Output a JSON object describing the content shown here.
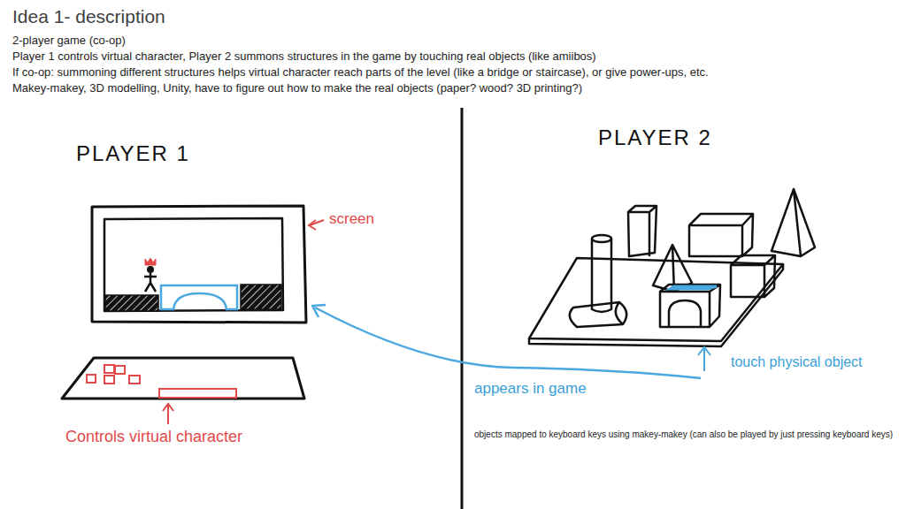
{
  "diagram": {
    "title": "Idea 1- description",
    "labels": [
      "2-player game (co-op)",
      "Player 1 controls virtual character, Player 2 summons structures in the game by touching real objects (like amiibos)",
      "If co-op: summoning different structures helps virtual character reach parts of the level (like a bridge or staircase), or give power-ups, etc.",
      "Makey-makey, 3D modelling, Unity, have to figure out how to make the real objects (paper? wood? 3D printing?)",
      "PLAYER 1",
      "screen",
      "Controls virtual character",
      "PLAYER 2",
      "touch physical object",
      "appears in game",
      "objects mapped to keyboard keys using makey-makey (can also be played by just pressing keyboard keys)"
    ]
  }
}
